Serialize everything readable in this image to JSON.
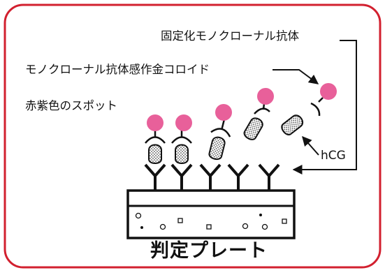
{
  "colors": {
    "frame": "#d2202f",
    "ink": "#111111",
    "spot": "#e8609a",
    "background": "#ffffff"
  },
  "labels": {
    "fixed_antibody": "固定化モノクローナル抗体",
    "colloid_antibody": "モノクローナル抗体感作金コロイド",
    "red_spot": "赤紫色のスポット",
    "hcg": "hCG",
    "plate": "判定プレート"
  },
  "icons": [
    "y-shaped-antibody-icon",
    "gold-colloid-icon",
    "hcg-molecule-icon",
    "arrow-icon"
  ]
}
